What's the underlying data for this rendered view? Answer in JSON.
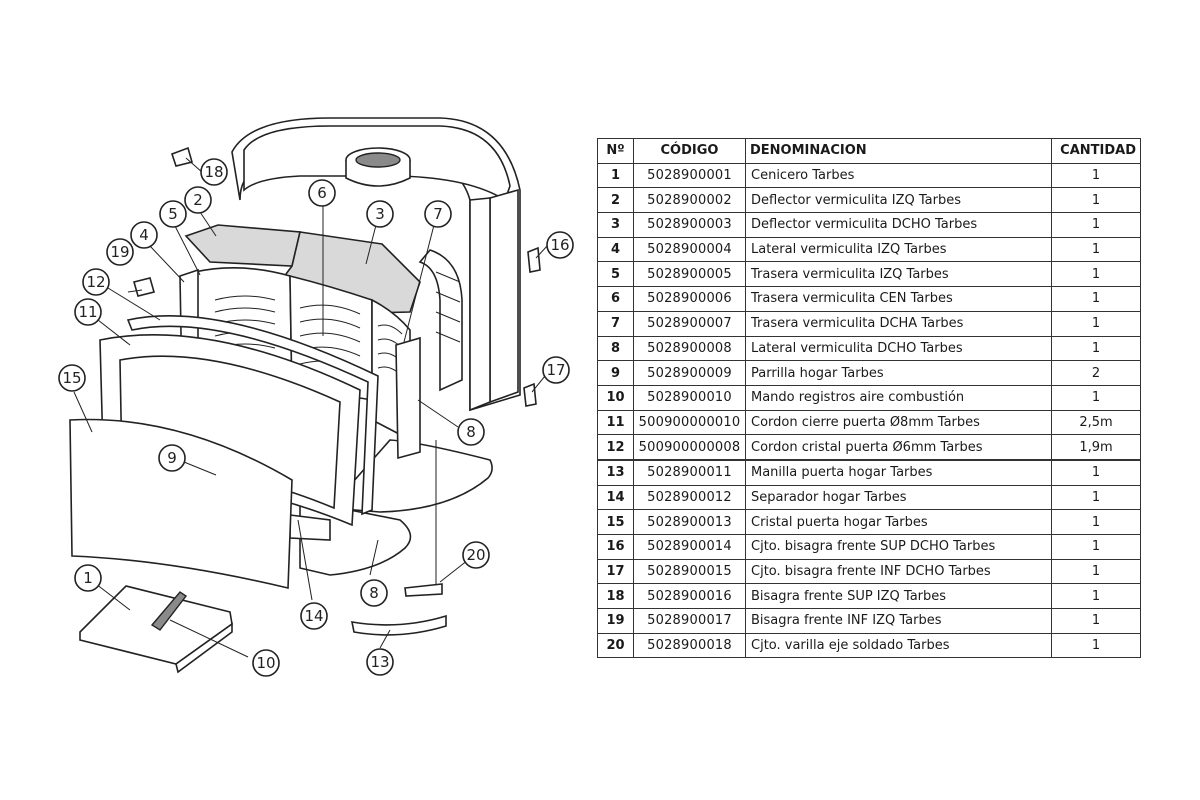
{
  "table": {
    "headers": {
      "no": "Nº",
      "code": "CÓDIGO",
      "name": "DENOMINACION",
      "qty": "CANTIDAD"
    },
    "rows": [
      {
        "no": "1",
        "code": "5028900001",
        "name": "Cenicero Tarbes",
        "qty": "1"
      },
      {
        "no": "2",
        "code": "5028900002",
        "name": "Deflector vermiculita IZQ Tarbes",
        "qty": "1"
      },
      {
        "no": "3",
        "code": "5028900003",
        "name": "Deflector vermiculita DCHO Tarbes",
        "qty": "1"
      },
      {
        "no": "4",
        "code": "5028900004",
        "name": "Lateral vermiculita IZQ Tarbes",
        "qty": "1"
      },
      {
        "no": "5",
        "code": "5028900005",
        "name": "Trasera vermiculita IZQ Tarbes",
        "qty": "1"
      },
      {
        "no": "6",
        "code": "5028900006",
        "name": "Trasera vermiculita CEN Tarbes",
        "qty": "1"
      },
      {
        "no": "7",
        "code": "5028900007",
        "name": "Trasera vermiculita DCHA Tarbes",
        "qty": "1"
      },
      {
        "no": "8",
        "code": "5028900008",
        "name": "Lateral vermiculita DCHO Tarbes",
        "qty": "1"
      },
      {
        "no": "9",
        "code": "5028900009",
        "name": "Parrilla hogar Tarbes",
        "qty": "2"
      },
      {
        "no": "10",
        "code": "5028900010",
        "name": "Mando registros aire combustión",
        "qty": "1"
      },
      {
        "no": "11",
        "code": "500900000010",
        "name": "Cordon cierre puerta Ø8mm Tarbes",
        "qty": "2,5m"
      },
      {
        "no": "12",
        "code": "500900000008",
        "name": "Cordon cristal puerta Ø6mm Tarbes",
        "qty": "1,9m"
      },
      {
        "no": "13",
        "code": "5028900011",
        "name": "Manilla puerta hogar Tarbes",
        "qty": "1"
      },
      {
        "no": "14",
        "code": "5028900012",
        "name": "Separador hogar Tarbes",
        "qty": "1"
      },
      {
        "no": "15",
        "code": "5028900013",
        "name": "Cristal puerta hogar Tarbes",
        "qty": "1"
      },
      {
        "no": "16",
        "code": "5028900014",
        "name": "Cjto. bisagra frente SUP DCHO Tarbes",
        "qty": "1"
      },
      {
        "no": "17",
        "code": "5028900015",
        "name": "Cjto. bisagra frente INF DCHO Tarbes",
        "qty": "1"
      },
      {
        "no": "18",
        "code": "5028900016",
        "name": "Bisagra frente SUP IZQ Tarbes",
        "qty": "1"
      },
      {
        "no": "19",
        "code": "5028900017",
        "name": "Bisagra frente INF IZQ Tarbes",
        "qty": "1"
      },
      {
        "no": "20",
        "code": "5028900018",
        "name": "Cjto. varilla eje soldado Tarbes",
        "qty": "1"
      }
    ]
  },
  "callouts": [
    "1",
    "2",
    "3",
    "4",
    "5",
    "6",
    "7",
    "8",
    "8",
    "9",
    "10",
    "11",
    "12",
    "13",
    "14",
    "15",
    "16",
    "17",
    "18",
    "19",
    "20"
  ]
}
